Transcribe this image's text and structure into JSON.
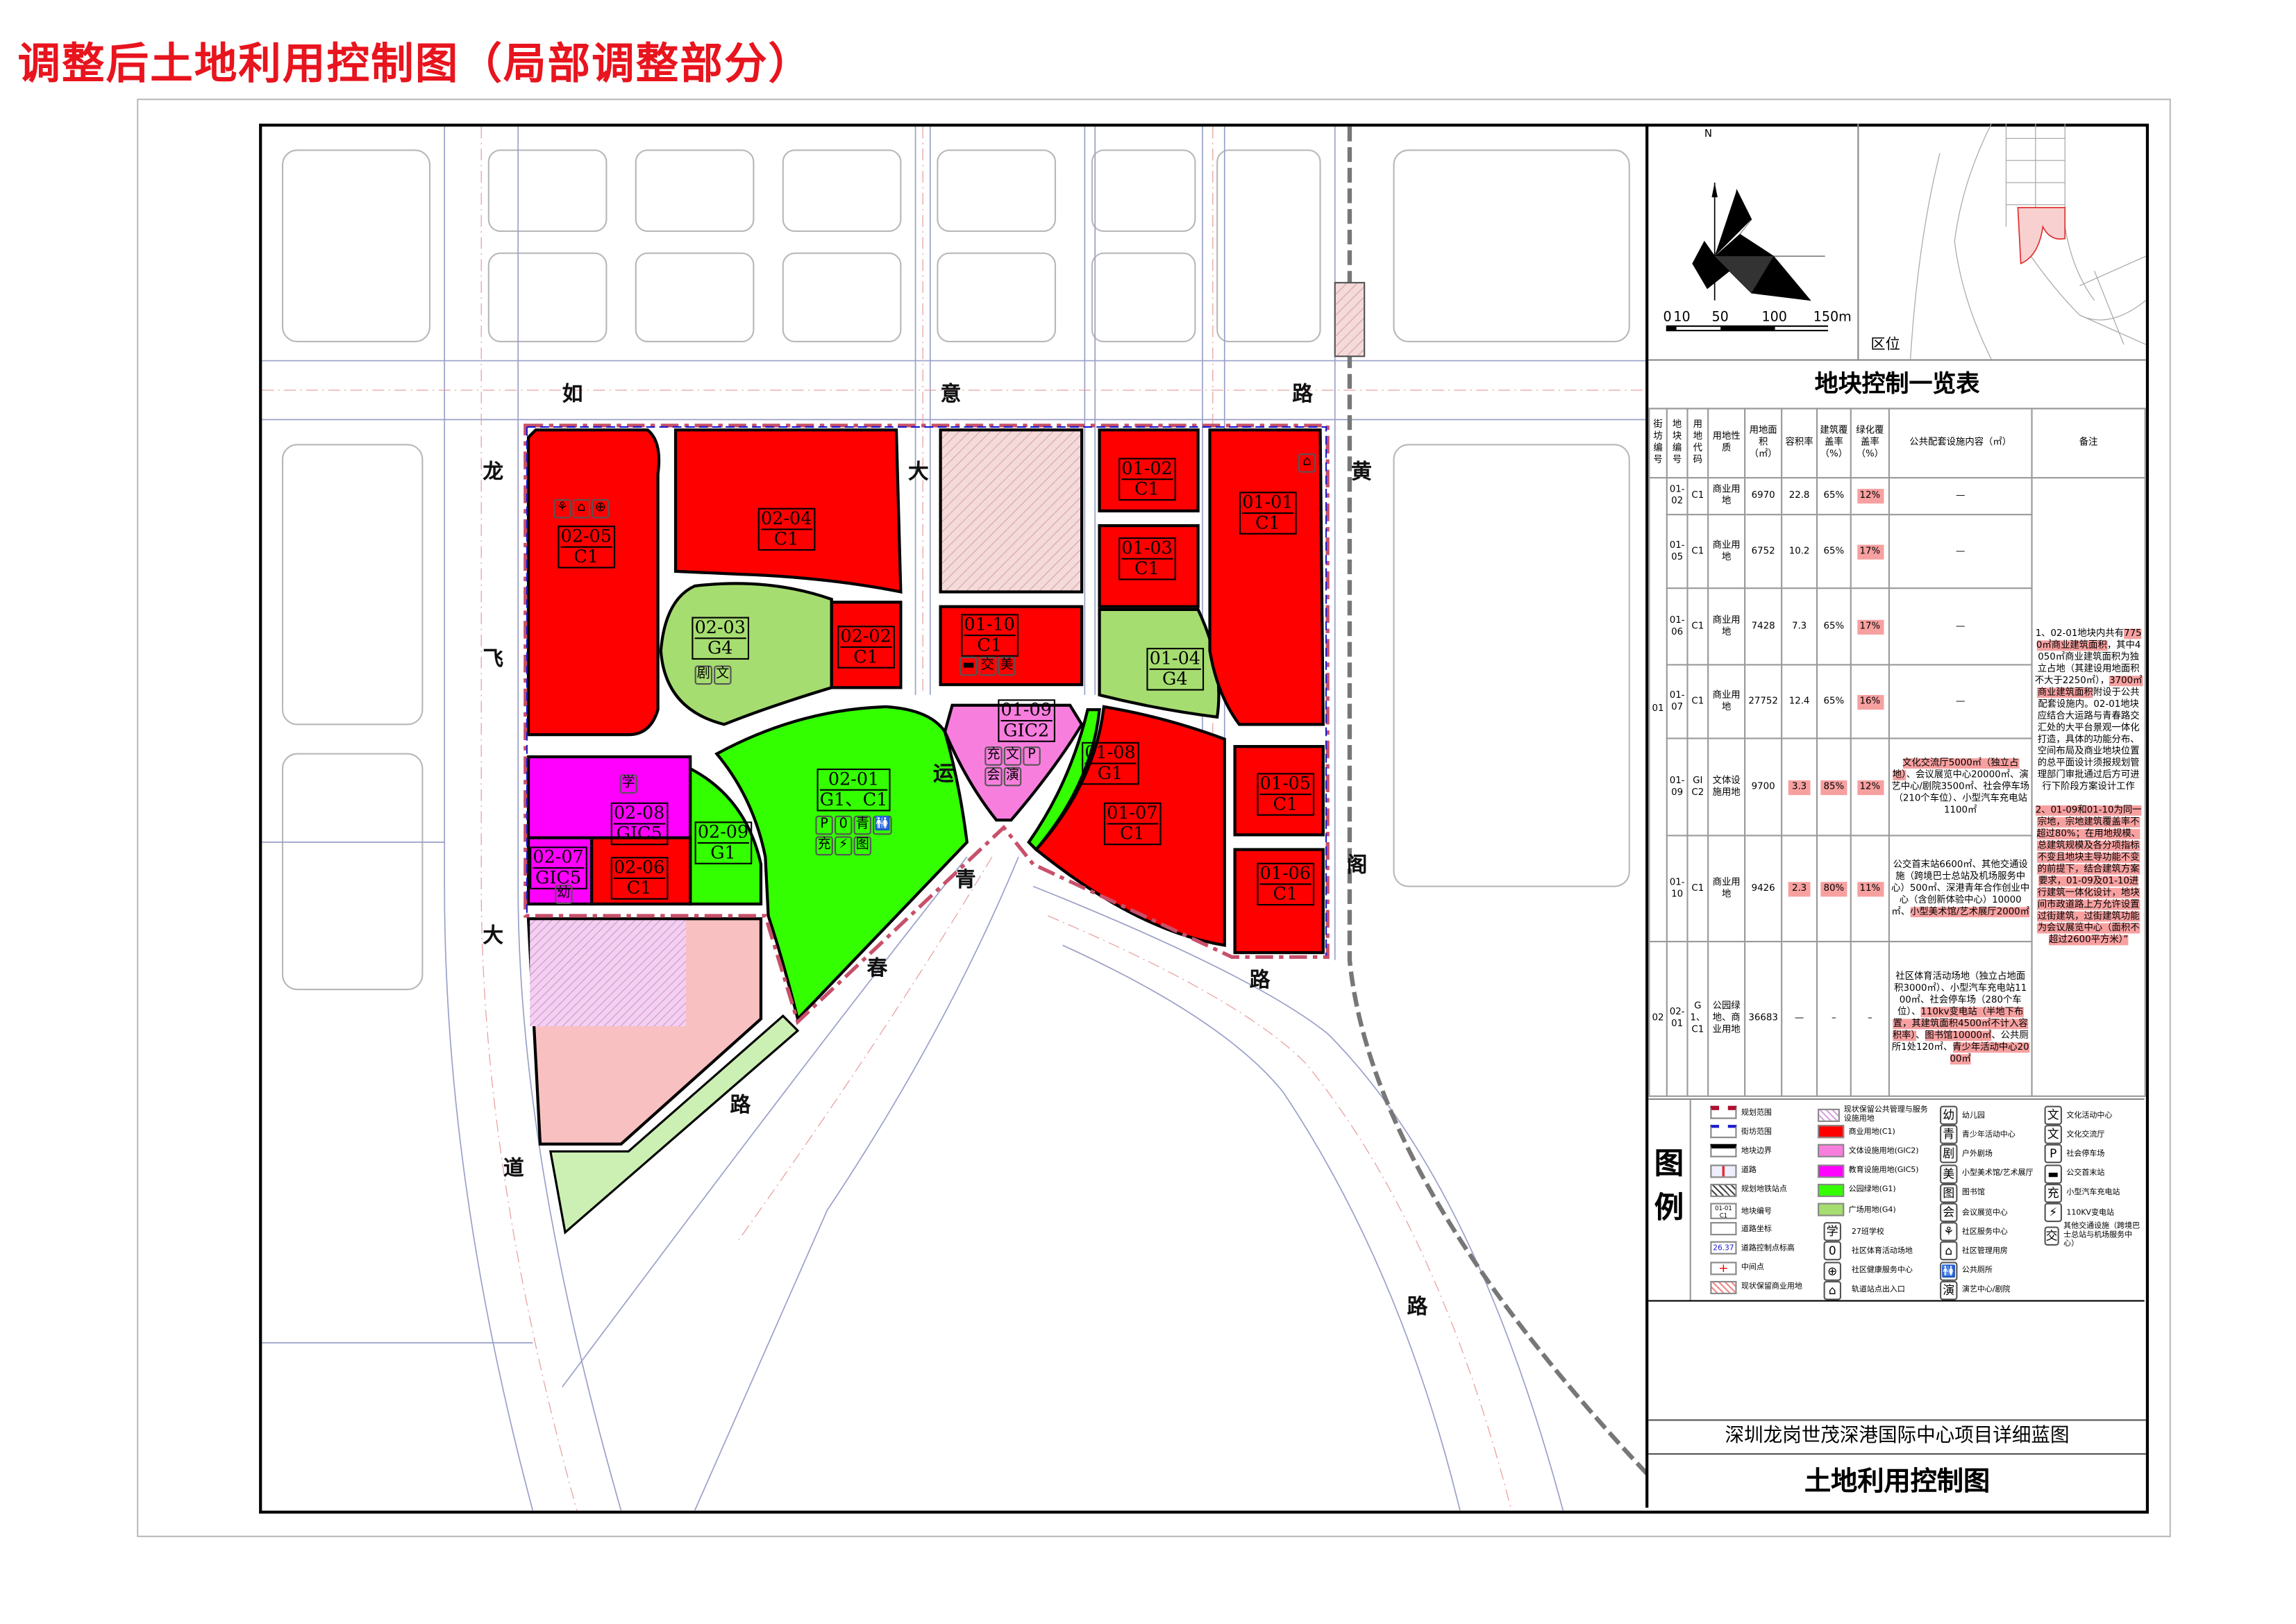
{
  "page_title": "调整后土地利用控制图（局部调整部分）",
  "map": {
    "roads": [
      "如",
      "意",
      "路",
      "龙",
      "飞",
      "大",
      "道",
      "大",
      "运",
      "青",
      "春",
      "路",
      "黄",
      "阁",
      "路",
      "路"
    ],
    "parcels": [
      {
        "id": "02-05",
        "code": "C1",
        "icons": [
          "⚘",
          "⌂",
          "⊕"
        ]
      },
      {
        "id": "02-04",
        "code": "C1"
      },
      {
        "id": "02-03",
        "code": "G4",
        "icons": [
          "剧",
          "文"
        ]
      },
      {
        "id": "02-02",
        "code": "C1"
      },
      {
        "id": "01-10",
        "code": "C1",
        "icons": [
          "▬",
          "交",
          "美"
        ]
      },
      {
        "id": "01-09",
        "code": "GIC2",
        "icons": [
          "充",
          "文",
          "P",
          "会",
          "演"
        ]
      },
      {
        "id": "01-08",
        "code": "G1"
      },
      {
        "id": "01-07",
        "code": "C1"
      },
      {
        "id": "01-02",
        "code": "C1"
      },
      {
        "id": "01-03",
        "code": "C1"
      },
      {
        "id": "01-04",
        "code": "G4"
      },
      {
        "id": "01-01",
        "code": "C1",
        "icons": [
          "⌂"
        ]
      },
      {
        "id": "01-05",
        "code": "C1"
      },
      {
        "id": "01-06",
        "code": "C1"
      },
      {
        "id": "02-01",
        "code": "G1、C1",
        "icons": [
          "P",
          "0",
          "青",
          "🚻",
          "充",
          "⚡",
          "图"
        ]
      },
      {
        "id": "02-08",
        "code": "GIC5",
        "icons": [
          "学"
        ]
      },
      {
        "id": "02-09",
        "code": "G1"
      },
      {
        "id": "02-07",
        "code": "GIC5",
        "icons": [
          "幼"
        ]
      },
      {
        "id": "02-06",
        "code": "C1"
      }
    ],
    "colors": {
      "commercial": "#ff0000",
      "culture": "#f87ede",
      "education": "#ff00ff",
      "park": "#33ff00",
      "square": "#a6dd70",
      "reserved_commercial": "#f8c0c0",
      "reserved_public": "#ecc8ec",
      "boundary": "#c8506a",
      "block": "#1a1ad0"
    }
  },
  "panel": {
    "compass_n": "N",
    "scale": [
      "0",
      "10",
      "50",
      "100",
      "150m"
    ],
    "location_label": "区位",
    "table": {
      "title": "地块控制一览表",
      "headers": [
        "街坊编号",
        "地块编号",
        "用地代码",
        "用地性质",
        "用地面积（㎡）",
        "容积率",
        "建筑覆盖率（%）",
        "绿化覆盖率（%）",
        "公共配套设施内容（㎡）",
        "备注"
      ],
      "jiefang": [
        "01",
        "02"
      ],
      "rows": [
        {
          "block": "01-02",
          "code": "C1",
          "nature": "商业用地",
          "area": "6970",
          "far": "22.8",
          "coverage": "65%",
          "green": "12%",
          "facilities": [
            {
              "t": "—"
            }
          ]
        },
        {
          "block": "01-05",
          "code": "C1",
          "nature": "商业用地",
          "area": "6752",
          "far": "10.2",
          "coverage": "65%",
          "green": "17%",
          "facilities": [
            {
              "t": "—"
            }
          ]
        },
        {
          "block": "01-06",
          "code": "C1",
          "nature": "商业用地",
          "area": "7428",
          "far": "7.3",
          "coverage": "65%",
          "green": "17%",
          "facilities": [
            {
              "t": "—"
            }
          ]
        },
        {
          "block": "01-07",
          "code": "C1",
          "nature": "商业用地",
          "area": "27752",
          "far": "12.4",
          "coverage": "65%",
          "green": "16%",
          "facilities": [
            {
              "t": "—"
            }
          ]
        },
        {
          "block": "01-09",
          "code": "GIC2",
          "nature": "文体设施用地",
          "area": "9700",
          "far": "3.3",
          "coverage": "85%",
          "green": "12%",
          "facilities": [
            {
              "t": "文化交流厅5000㎡（独立占地）",
              "hl": true
            },
            {
              "t": "、会议展览中心20000㎡、演艺中心/剧院3500㎡、社会停车场（210个车位）、小型汽车充电站1100㎡"
            }
          ]
        },
        {
          "block": "01-10",
          "code": "C1",
          "nature": "商业用地",
          "area": "9426",
          "far": "2.3",
          "coverage": "80%",
          "green": "11%",
          "facilities": [
            {
              "t": "公交首末站6600㎡、其他交通设施（跨境巴士总站及机场服务中心）500㎡、深港青年合作创业中心（含创新体验中心）10000㎡、"
            },
            {
              "t": "小型美术馆/艺术展厅2000㎡",
              "hl": true
            }
          ]
        },
        {
          "block": "02-01",
          "code": "G1、C1",
          "nature": "公园绿地、商业用地",
          "area": "36683",
          "far": "—",
          "coverage": "–",
          "green": "–",
          "facilities": [
            {
              "t": "社区体育活动场地（独立占地面积3000㎡）、小型汽车充电站1100㎡、社会停车场（280个车位）、"
            },
            {
              "t": "110kv变电站（半地下布置，其建筑面积4500㎡不计入容积率）",
              "hl": true
            },
            {
              "t": "、"
            },
            {
              "t": "图书馆10000㎡",
              "hl": true
            },
            {
              "t": "、公共厕所1处120㎡、"
            },
            {
              "t": "青少年活动中心2000㎡",
              "hl": true
            }
          ]
        }
      ],
      "remarks": [
        {
          "t": "1、02-01地块内共有"
        },
        {
          "t": "7750㎡商业建筑面积",
          "hl": true
        },
        {
          "t": "，其中4050㎡商业建筑面积为独立占地（其建设用地面积不大于2250㎡），"
        },
        {
          "t": "3700㎡商业建筑面积",
          "hl": true
        },
        {
          "t": "附设于公共配套设施内。02-01地块应结合大运路与青春路交汇处的大平台景观一体化打造，具体的功能分布、空间布局及商业地块位置的总平面设计须报规划管理部门审批通过后方可进行下阶段方案设计工作"
        },
        {
          "t": "2、01-09和01-10为同一宗地，宗地建筑覆盖率不超过80%；在用地规模、总建筑规模及各分项指标不变且地块主导功能不变的前提下，结合建筑方案要求，01-09及01-10进行建筑一体化设计，地块间市政道路上方允许设置过街建筑，过街建筑功能为会议展览中心（面积不超过2600平方米）”",
          "hl": true,
          "br": true
        }
      ]
    },
    "legend": {
      "title": "图例",
      "col1": [
        "规划范围",
        "街坊范围",
        "地块边界",
        "道路",
        "规划地铁站点",
        "地块编号",
        "道路坐标",
        "道路控制点标高",
        "中间点",
        "现状保留商业用地"
      ],
      "col1_samples": {
        "parcel_id": "01-01",
        "parcel_code": "C1",
        "elevation": "26.37"
      },
      "col2": [
        "现状保留公共管理与服务设施用地",
        "商业用地(C1)",
        "文体设施用地(GIC2)",
        "教育设施用地(GIC5)",
        "公园绿地(G1)",
        "广场用地(G4)",
        "27班学校",
        "社区体育活动场地",
        "社区健康服务中心",
        "轨道站点出入口"
      ],
      "col2_glyphs": [
        "学",
        "0",
        "⊕",
        "⌂"
      ],
      "col3_glyphs": [
        "幼",
        "青",
        "剧",
        "美",
        "图",
        "会",
        "⚘",
        "⌂",
        "🚻",
        "演"
      ],
      "col3": [
        "幼儿园",
        "青少年活动中心",
        "户外剧场",
        "小型美术馆/艺术展厅",
        "图书馆",
        "会议展览中心",
        "社区服务中心",
        "社区管理用房",
        "公共厕所",
        "演艺中心/剧院"
      ],
      "col4_glyphs": [
        "文",
        "文",
        "P",
        "▬",
        "充",
        "⚡",
        "交"
      ],
      "col4": [
        "文化活动中心",
        "文化交流厅",
        "社会停车场",
        "公交首末站",
        "小型汽车充电站",
        "110KV变电站",
        "其他交通设施（跨境巴士总站与机场服务中心）"
      ]
    },
    "project_name": "深圳龙岗世茂深港国际中心项目详细蓝图",
    "drawing_name": "土地利用控制图"
  }
}
